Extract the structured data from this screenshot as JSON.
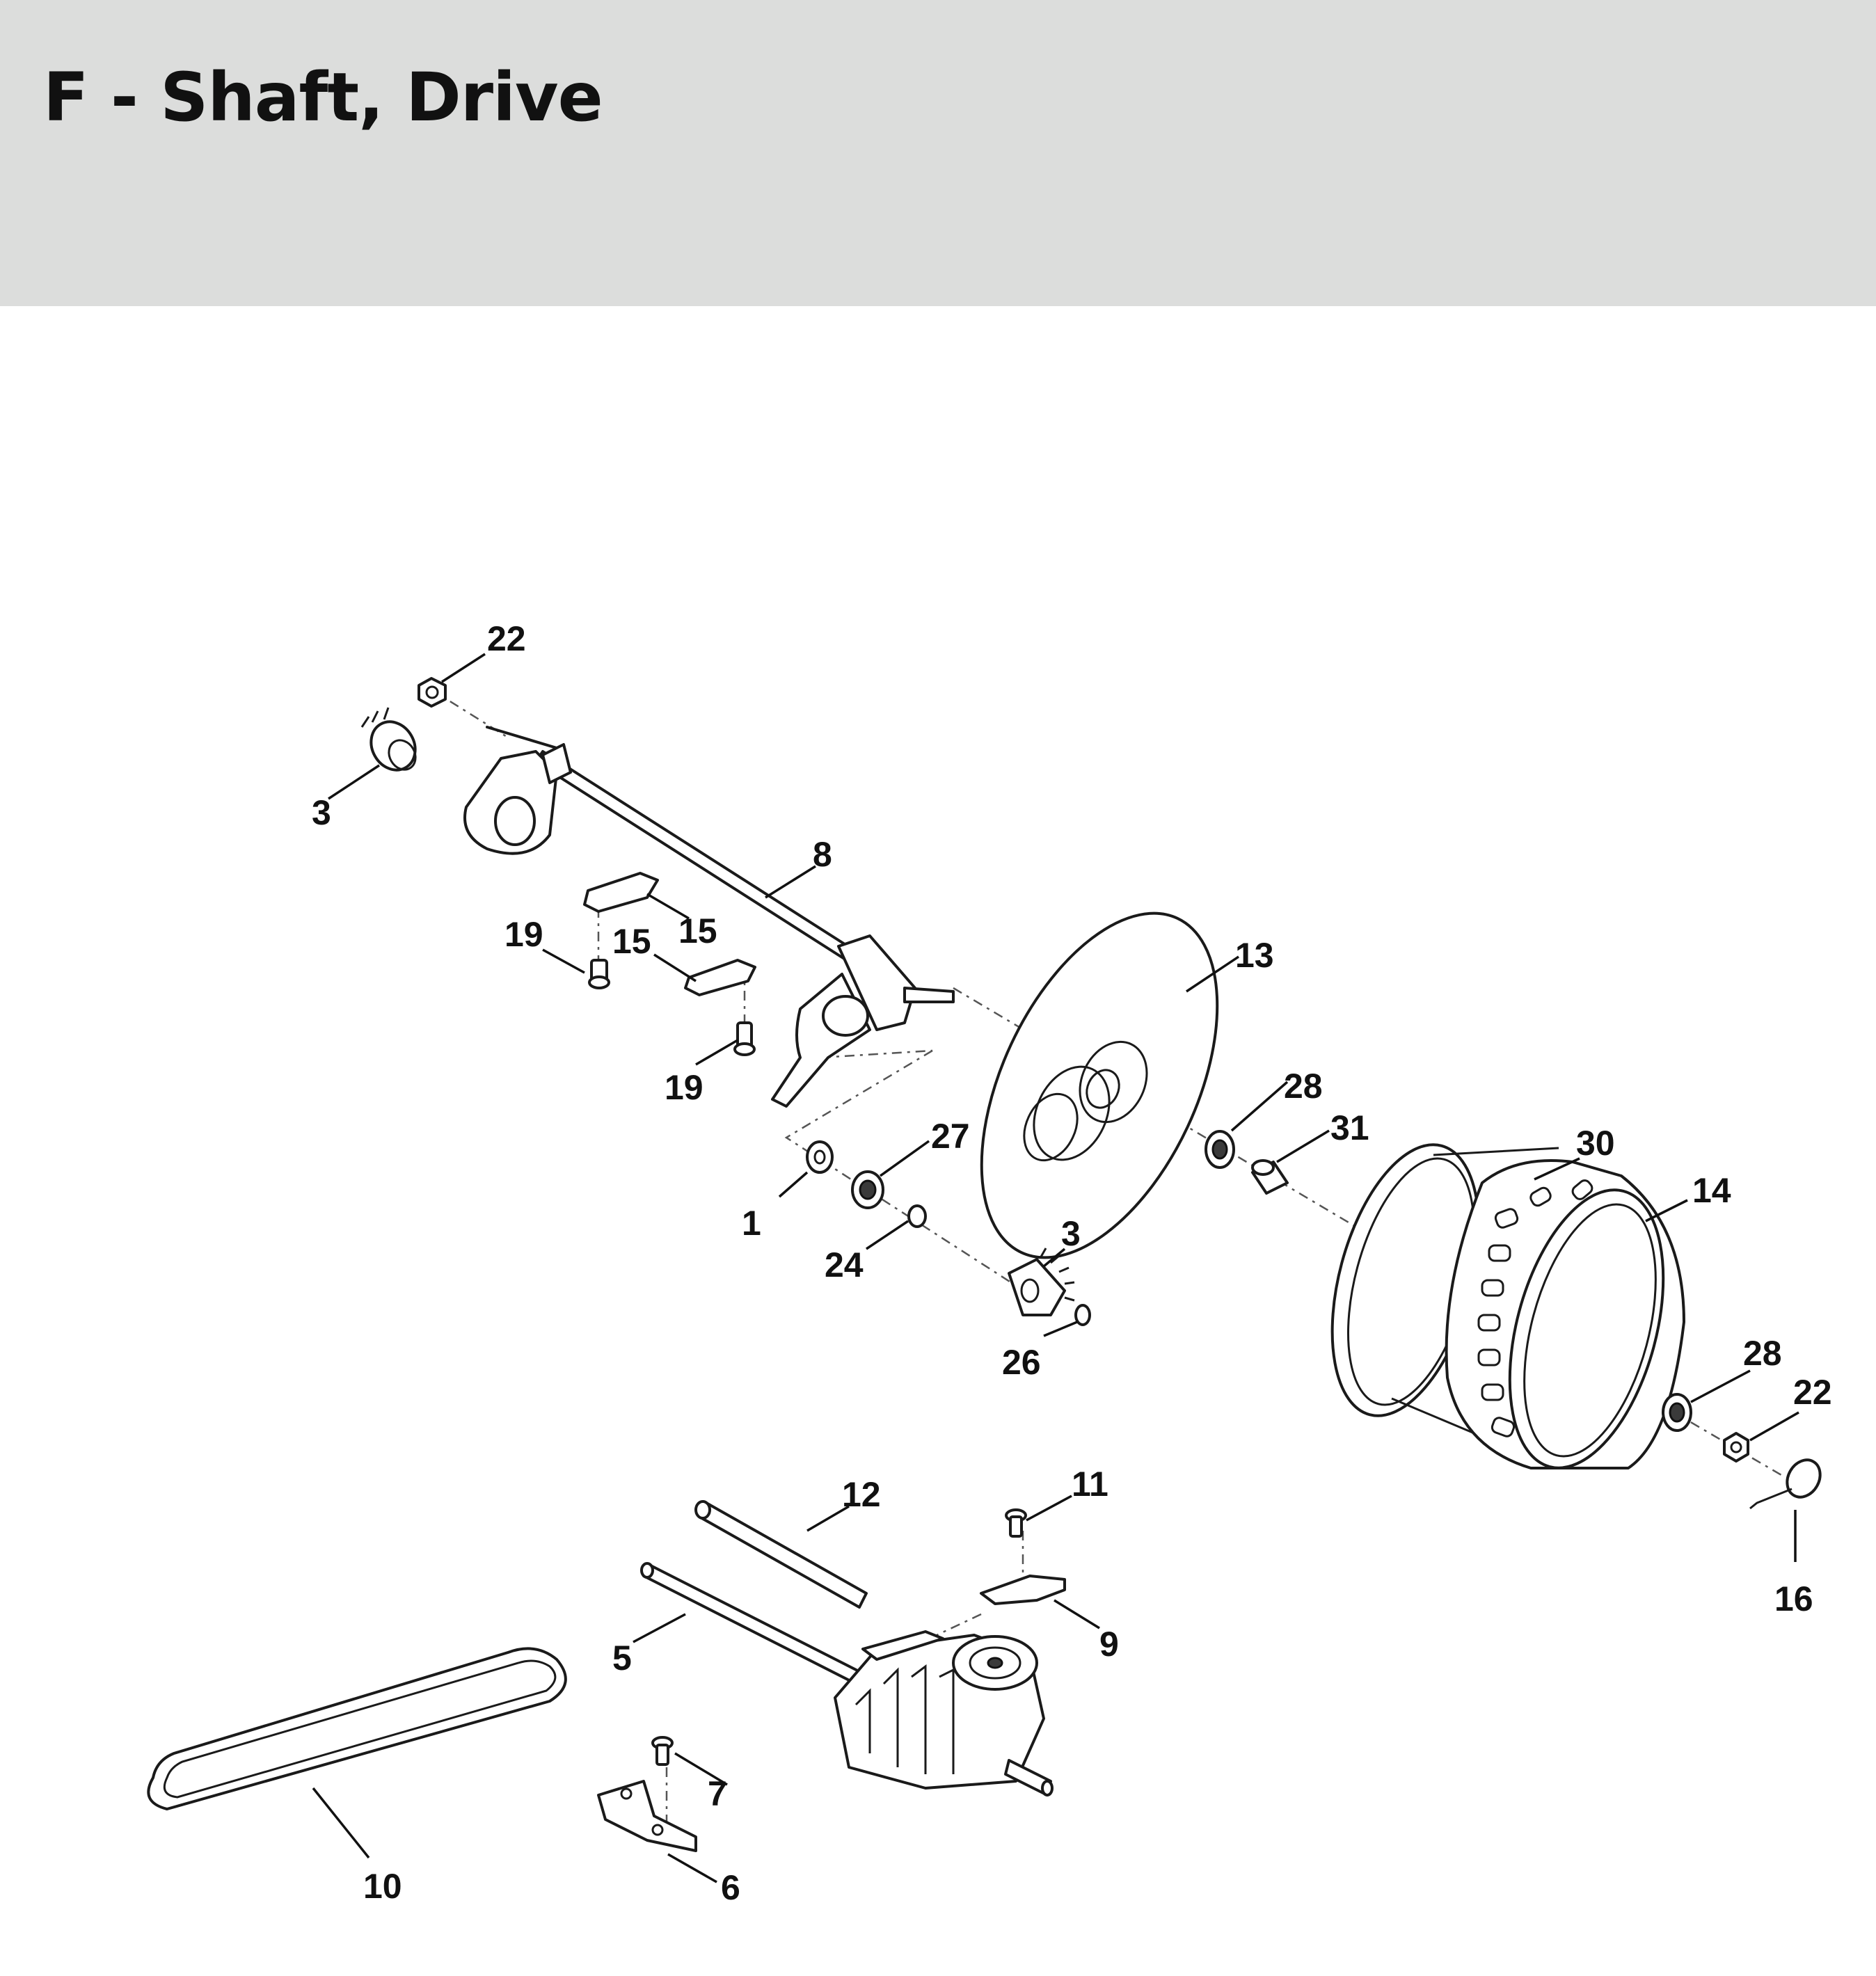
{
  "header": {
    "title": "F - Shaft, Drive",
    "background_color": "#dcdddc"
  },
  "callouts": [
    {
      "id": "c-22a",
      "label": "22"
    },
    {
      "id": "c-3a",
      "label": "3"
    },
    {
      "id": "c-8",
      "label": "8"
    },
    {
      "id": "c-19a",
      "label": "19"
    },
    {
      "id": "c-15a",
      "label": "15"
    },
    {
      "id": "c-15b",
      "label": "15"
    },
    {
      "id": "c-19b",
      "label": "19"
    },
    {
      "id": "c-13",
      "label": "13"
    },
    {
      "id": "c-28a",
      "label": "28"
    },
    {
      "id": "c-31",
      "label": "31"
    },
    {
      "id": "c-27",
      "label": "27"
    },
    {
      "id": "c-1",
      "label": "1"
    },
    {
      "id": "c-24",
      "label": "24"
    },
    {
      "id": "c-3b",
      "label": "3"
    },
    {
      "id": "c-26",
      "label": "26"
    },
    {
      "id": "c-30",
      "label": "30"
    },
    {
      "id": "c-14",
      "label": "14"
    },
    {
      "id": "c-28b",
      "label": "28"
    },
    {
      "id": "c-22b",
      "label": "22"
    },
    {
      "id": "c-16",
      "label": "16"
    },
    {
      "id": "c-12",
      "label": "12"
    },
    {
      "id": "c-11",
      "label": "11"
    },
    {
      "id": "c-5",
      "label": "5"
    },
    {
      "id": "c-9",
      "label": "9"
    },
    {
      "id": "c-7",
      "label": "7"
    },
    {
      "id": "c-10",
      "label": "10"
    },
    {
      "id": "c-6",
      "label": "6"
    }
  ]
}
